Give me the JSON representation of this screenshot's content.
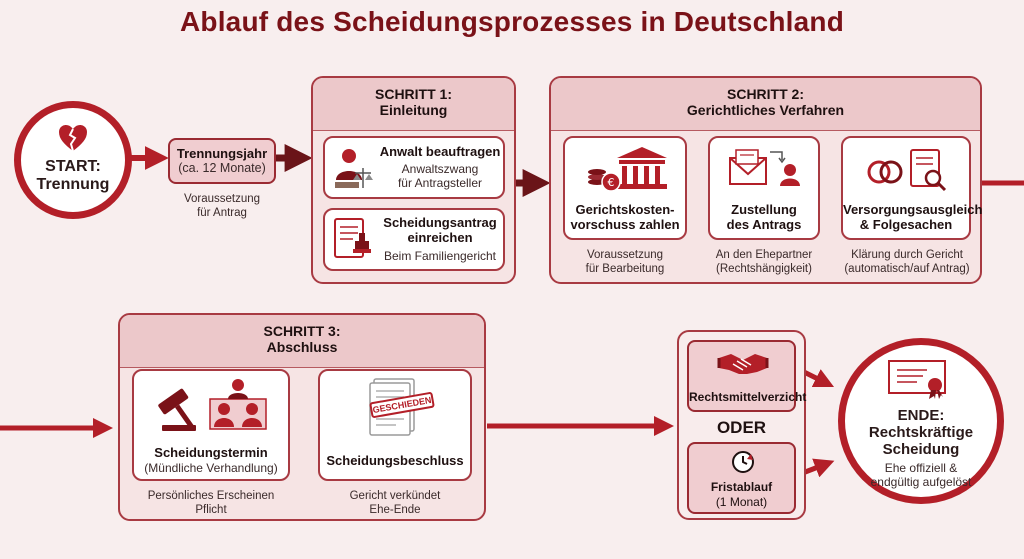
{
  "title": "Ablauf des Scheidungsprozesses in Deutschland",
  "colors": {
    "accent": "#b31f28",
    "dark": "#7a1218",
    "panel": "#f6e4e4",
    "header": "#ecc8ca"
  },
  "start": {
    "line1": "START:",
    "line2": "Trennung",
    "icon": "broken-heart-icon"
  },
  "trennungsjahr": {
    "line1": "Trennungsjahr",
    "line2": "(ca. 12 Monate)",
    "caption1": "Voraussetzung",
    "caption2": "für Antrag"
  },
  "step1": {
    "line1": "SCHRITT 1:",
    "line2": "Einleitung",
    "anwalt": {
      "title": "Anwalt beauftragen",
      "sub1": "Anwaltszwang",
      "sub2": "für Antragsteller",
      "icon": "lawyer-icon"
    },
    "antrag": {
      "title1": "Scheidungsantrag",
      "title2": "einreichen",
      "sub": "Beim Familiengericht",
      "icon": "document-stamp-icon"
    }
  },
  "step2": {
    "line1": "SCHRITT 2:",
    "line2": "Gerichtliches Verfahren",
    "kosten": {
      "title1": "Gerichtskosten-",
      "title2": "vorschuss zahlen",
      "cap1": "Voraussetzung",
      "cap2": "für Bearbeitung",
      "icon": "courthouse-coins-icon"
    },
    "zustellung": {
      "title1": "Zustellung",
      "title2": "des Antrags",
      "cap1": "An den Ehepartner",
      "cap2": "(Rechtshängigkeit)",
      "icon": "envelope-person-icon"
    },
    "versorgung": {
      "title1": "Versorgungsausgleich",
      "title2": "& Folgesachen",
      "cap1": "Klärung durch Gericht",
      "cap2": "(automatisch/auf Antrag)",
      "icon": "rings-document-icon"
    }
  },
  "step3": {
    "line1": "SCHRITT 3:",
    "line2": "Abschluss",
    "termin": {
      "title": "Scheidungstermin",
      "sub": "(Mündliche Verhandlung)",
      "cap1": "Persönliches Erscheinen",
      "cap2": "Pflicht",
      "icon": "gavel-court-icon"
    },
    "beschluss": {
      "title": "Scheidungsbeschluss",
      "stamp": "GESCHIEDEN",
      "cap1": "Gericht verkündet",
      "cap2": "Ehe-Ende",
      "icon": "stamped-document-icon"
    }
  },
  "options": {
    "verzicht": {
      "label": "Rechtsmittelverzicht",
      "icon": "handshake-icon"
    },
    "oder": "ODER",
    "frist": {
      "label1": "Fristablauf",
      "label2": "(1 Monat)",
      "icon": "clock-icon"
    }
  },
  "end": {
    "line1": "ENDE:",
    "line2": "Rechtskräftige",
    "line3": "Scheidung",
    "sub1": "Ehe offiziell &",
    "sub2": "endgültig aufgelöst",
    "icon": "certificate-icon"
  }
}
